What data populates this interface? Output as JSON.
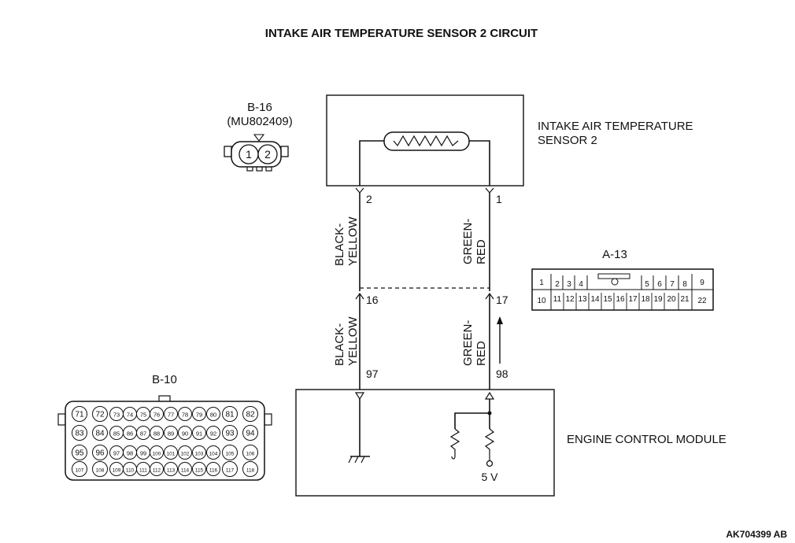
{
  "title": "INTAKE AIR TEMPERATURE SENSOR 2 CIRCUIT",
  "sensor": {
    "label_line1": "INTAKE AIR TEMPERATURE",
    "label_line2": "SENSOR 2",
    "pin_left": "2",
    "pin_right": "1"
  },
  "ecm": {
    "label": "ENGINE CONTROL MODULE",
    "pin_left": "97",
    "pin_right": "98",
    "voltage": "5 V"
  },
  "junction": {
    "pin_left": "16",
    "pin_right": "17"
  },
  "wires": {
    "left_upper": [
      "BLACK-",
      "YELLOW"
    ],
    "right_upper": [
      "GREEN-",
      "RED"
    ],
    "left_lower": [
      "BLACK-",
      "YELLOW"
    ],
    "right_lower": [
      "GREEN-",
      "RED"
    ]
  },
  "connectors": {
    "b16": {
      "name": "B-16",
      "part": "(MU802409)",
      "pins": [
        "1",
        "2"
      ]
    },
    "a13": {
      "name": "A-13",
      "top_row": [
        "1",
        "2",
        "3",
        "4",
        "5",
        "6",
        "7",
        "8",
        "9"
      ],
      "bottom_row": [
        "10",
        "11",
        "12",
        "13",
        "14",
        "15",
        "16",
        "17",
        "18",
        "19",
        "20",
        "21",
        "22"
      ]
    },
    "b10": {
      "name": "B-10",
      "rows": [
        [
          "71",
          "72",
          "73",
          "74",
          "75",
          "76",
          "77",
          "78",
          "79",
          "80",
          "81",
          "82"
        ],
        [
          "83",
          "84",
          "85",
          "86",
          "87",
          "88",
          "89",
          "90",
          "91",
          "92",
          "93",
          "94"
        ],
        [
          "95",
          "96",
          "97",
          "98",
          "99",
          "100",
          "101",
          "102",
          "103",
          "104",
          "105",
          "106"
        ],
        [
          "107",
          "108",
          "109",
          "110",
          "111",
          "112",
          "113",
          "114",
          "115",
          "116",
          "117",
          "118"
        ]
      ]
    }
  },
  "figure_code": "AK704399 AB"
}
